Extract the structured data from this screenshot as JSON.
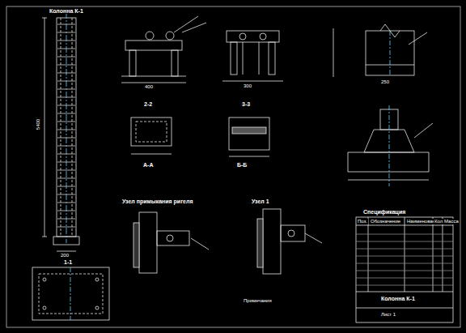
{
  "diagram": {
    "labels": [
      "Колонна К-1",
      "5400",
      "200",
      "1-1",
      "2-2",
      "3-3",
      "А-А",
      "Б-Б",
      "400",
      "300",
      "250",
      "Узел примыкания ригеля",
      "Узел 1",
      "Примечания",
      "Спецификация",
      "Поз.",
      "Обозначение",
      "Наименование",
      "Кол.",
      "Масса",
      "Колонна К-1",
      "Лист 1"
    ]
  }
}
